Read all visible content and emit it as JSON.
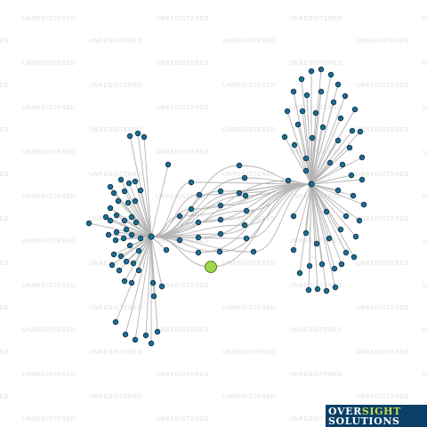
{
  "watermark": {
    "text": "UNREGISTERED"
  },
  "logo": {
    "word1": "OVER",
    "word2": "SIGHT",
    "word3": "SOLUTIONS"
  },
  "colors": {
    "node_fill": "#1a6e96",
    "node_stroke": "#0b2a3a",
    "highlight_fill": "#9fd84a",
    "highlight_stroke": "#3c5a14",
    "edge": "#b3b3b3",
    "logo_bg": "#0a3f68",
    "logo_accent": "#c9d94a"
  },
  "graph": {
    "highlighted_node": "focus-entity",
    "hubs": [
      "hub-left",
      "hub-right"
    ]
  }
}
